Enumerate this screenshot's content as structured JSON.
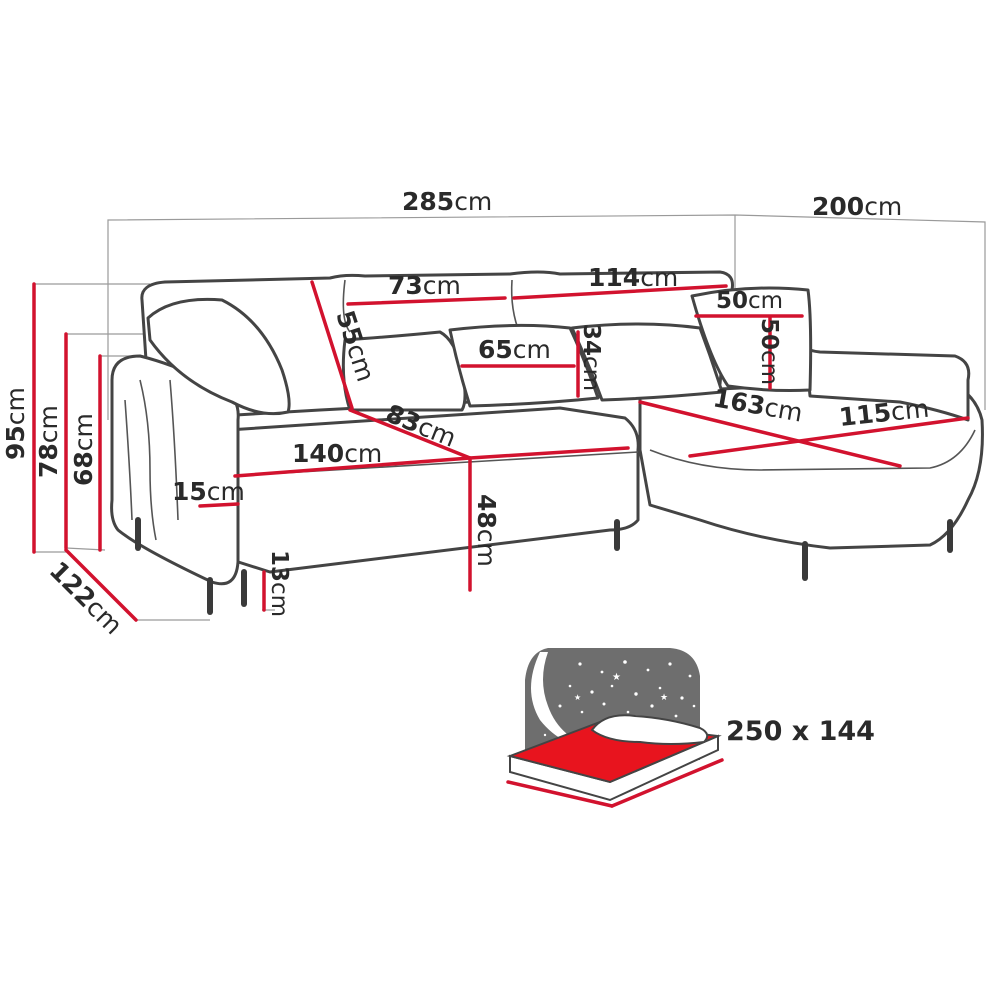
{
  "unit": "cm",
  "dimensions": {
    "total_width": "285",
    "chaise_length": "200",
    "height_total": "95",
    "height_armrest": "78",
    "height_backrest_mid": "68",
    "depth": "122",
    "back_cushion_width": "73",
    "backrest_width_right": "114",
    "small_pillow_width": "50",
    "small_pillow_height": "50",
    "pillow_width": "65",
    "pillow_height": "34",
    "backrest_height": "55",
    "seat_depth": "83",
    "seat_width": "140",
    "armrest_width": "15",
    "seat_height": "48",
    "leg_height": "13",
    "chaise_width": "163",
    "chaise_depth": "115"
  },
  "bed": {
    "size_label": "250 x 144"
  },
  "colors": {
    "dimension_line": "#d2122e",
    "outline": "#444444",
    "mattress": "#e8141e",
    "night_panel": "#6e6e6e"
  }
}
